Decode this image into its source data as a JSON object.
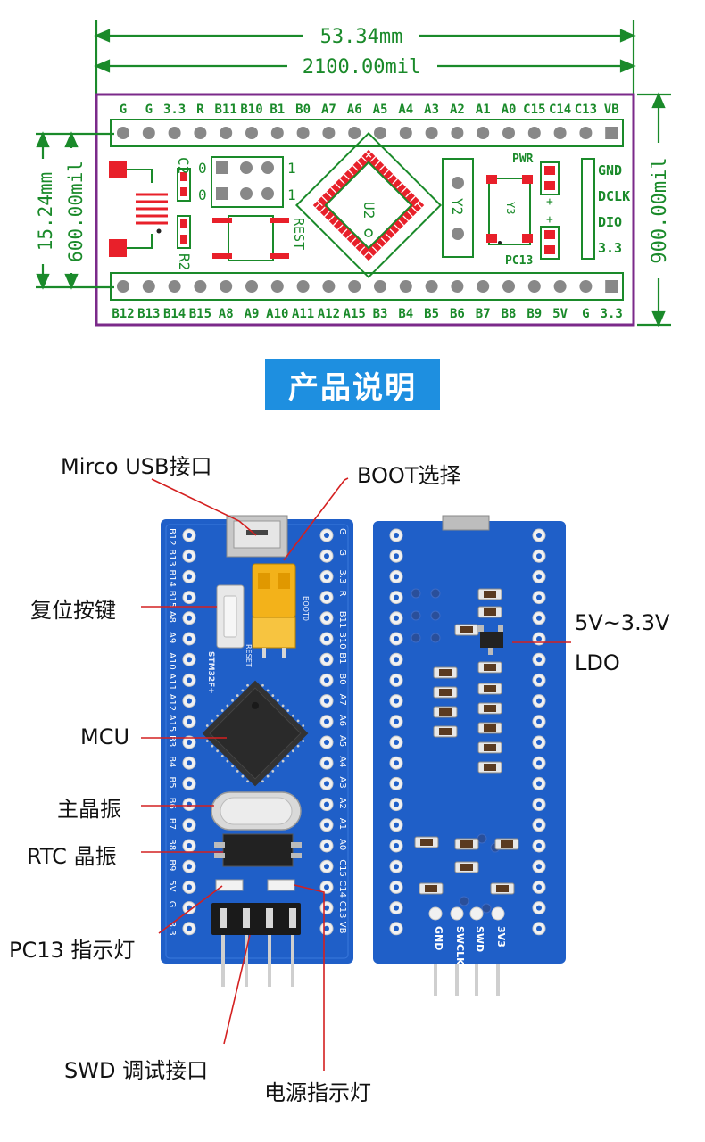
{
  "dims": {
    "width_mm": "53.34mm",
    "width_mil": "2100.00mil",
    "height_mm": "15.24mm",
    "height_mil": "600.00mil",
    "outer_height_mil": "900.00mil"
  },
  "top_header_labels": [
    "G",
    "G",
    "3.3",
    "R",
    "B11",
    "B10",
    "B1",
    "B0",
    "A7",
    "A6",
    "A5",
    "A4",
    "A3",
    "A2",
    "A1",
    "A0",
    "C15",
    "C14",
    "C13",
    "VB"
  ],
  "bottom_header_labels": [
    "B12",
    "B13",
    "B14",
    "B15",
    "A8",
    "A9",
    "A10",
    "A11",
    "A12",
    "A15",
    "B3",
    "B4",
    "B5",
    "B6",
    "B7",
    "B8",
    "B9",
    "5V",
    "G",
    "3.3"
  ],
  "layout_labels": {
    "c2": "C2",
    "r2": "R2",
    "zero_a": "0",
    "zero_b": "0",
    "one_a": "1",
    "one_b": "1",
    "rest": "REST",
    "u2": "U2",
    "y2": "Y2",
    "y3": "Y3",
    "pwr": "PWR",
    "pc13": "PC13",
    "gnd": "GND",
    "dclk": "DCLK",
    "dio": "DIO",
    "v33": "3.3"
  },
  "section_title": "产品说明",
  "callouts": {
    "micro_usb": "Mirco USB接口",
    "boot": "BOOT选择",
    "reset_key": "复位按键",
    "ldo_line1": "5V~3.3V",
    "ldo_line2": "LDO",
    "mcu": "MCU",
    "main_crystal": "主晶振",
    "rtc_crystal": "RTC 晶振",
    "pc13_led": "PC13 指示灯",
    "swd": "SWD 调试接口",
    "power_led": "电源指示灯"
  },
  "board_front_left_labels": [
    "B12",
    "B13",
    "B14",
    "B15",
    "A8",
    "A9",
    "A10",
    "A11",
    "A12",
    "A15",
    "B3",
    "B4",
    "B5",
    "B6",
    "B7",
    "B8",
    "B9",
    "5V",
    "G",
    "3.3"
  ],
  "board_front_right_labels": [
    "G",
    "G",
    "3.3",
    "R",
    "B11",
    "B10",
    "B1",
    "B0",
    "A7",
    "A6",
    "A5",
    "A4",
    "A3",
    "A2",
    "A1",
    "A0",
    "C15",
    "C14",
    "C13",
    "VB"
  ],
  "board_front_silk": {
    "boot": "BOOT0",
    "reset": "RESET",
    "brand": "STM32F+"
  },
  "board_back_swd_labels": [
    "GND",
    "SWCLK",
    "SWD",
    "3V3"
  ],
  "colors": {
    "pcb_outline": "#7b2a8a",
    "silk_green": "#1a8a2a",
    "pad_red": "#e8202a",
    "board_blue": "#1f5fc8",
    "title_blue": "#1e8fe0",
    "callout_red": "#d42020"
  }
}
